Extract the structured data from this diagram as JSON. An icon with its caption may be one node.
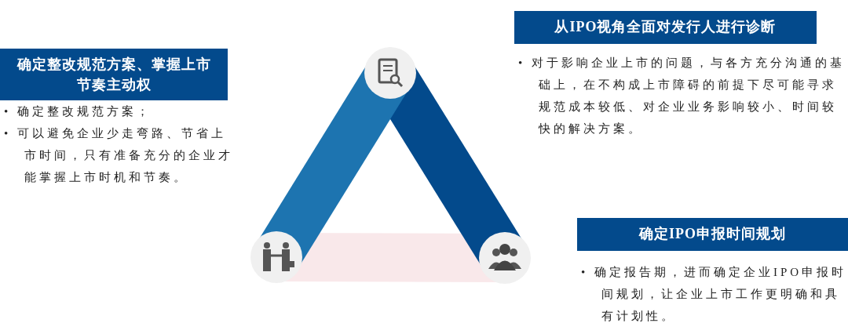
{
  "diagram": {
    "nodes": [
      {
        "text": [
          "从IPO视角全面对发行人进行诊断"
        ],
        "beside": [
          "• 对于影响企业上市的问题，与各方充分沟通的基础上，在不构成上市障碍的前提下尽可能寻求规范成本较低、对企业业务影响较小、时间较快的解决方案。"
        ]
      },
      {
        "text": [
          "确定整改规范方案、掌握上市节奏主动权"
        ],
        "beside": [
          "• 确定整改规范方案；",
          "• 可以避免企业少走弯路、节省上市时间，只有准备充分的企业才能掌握上市时机和节奏。"
        ]
      },
      {
        "text": [
          "确定IPO申报时间规划"
        ],
        "beside": [
          "• 确定报告期，进而确定企业IPO申报时间规划，让企业上市工作更明确和具有计划性。"
        ]
      }
    ]
  }
}
